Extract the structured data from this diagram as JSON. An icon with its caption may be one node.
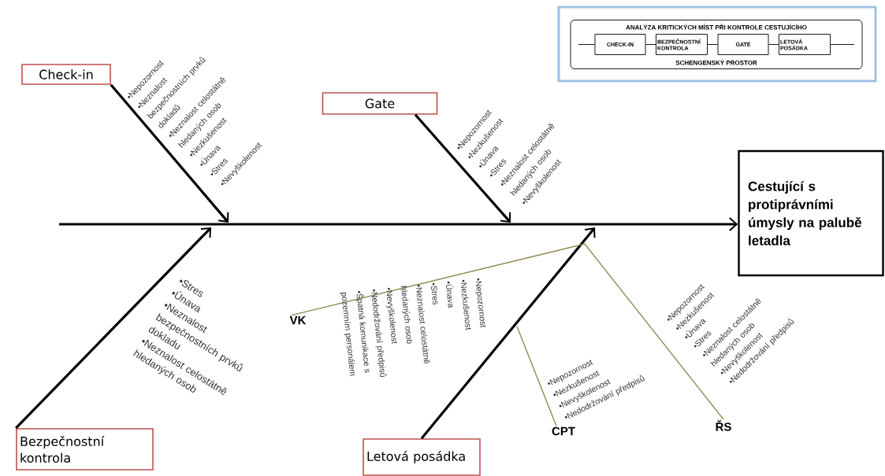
{
  "diagram": {
    "nodes": [
      {
        "text": [
          "Check-in"
        ]
      },
      {
        "text": [
          "Gate"
        ]
      },
      {
        "text": [
          "ANALÝZA KRITICKÝCH MÍST PŘI KONTROLE CESTUJÍCÍHO",
          "SCHENGENSKÝ PROSTOR"
        ]
      },
      {
        "text": [
          "CHECK-IN"
        ],
        "in": 2
      },
      {
        "text": [
          "BEZPEČNOSTNÍ KONTROLA"
        ],
        "in": 2
      },
      {
        "text": [
          "GATE"
        ],
        "in": 2
      },
      {
        "text": [
          "LETOVÁ POSÁDKA"
        ],
        "in": 2
      },
      {
        "text": [
          "Cestující s protiprávními úmysly na palubě letadla"
        ]
      },
      {
        "text": [
          "VK"
        ]
      },
      {
        "text": [
          "CPT"
        ]
      },
      {
        "text": [
          "ŘS"
        ]
      },
      {
        "text": [
          "Bezpečnostní kontrola"
        ]
      },
      {
        "text": [
          "Letová posádka"
        ]
      }
    ],
    "edges": [
      {
        "from": null,
        "to": 7,
        "arrow": "to",
        "style": "thick"
      },
      {
        "from": 0,
        "to": null,
        "arrow": "to",
        "style": "thick"
      },
      {
        "from": 1,
        "to": null,
        "arrow": "to",
        "style": "thick"
      },
      {
        "from": 11,
        "to": null,
        "arrow": "to",
        "style": "thick"
      },
      {
        "from": 12,
        "to": null,
        "arrow": "to",
        "style": "thick"
      },
      {
        "from": 8,
        "to": null,
        "arrow": "none",
        "color": "#948a54"
      },
      {
        "from": 9,
        "to": null,
        "arrow": "none",
        "color": "#948a54"
      },
      {
        "from": 10,
        "to": null,
        "arrow": "none",
        "color": "#948a54"
      },
      {
        "from": null,
        "to": 3,
        "arrow": "none"
      },
      {
        "from": 3,
        "to": 4,
        "arrow": "none"
      },
      {
        "from": 4,
        "to": 5,
        "arrow": "none"
      },
      {
        "from": 5,
        "to": 6,
        "arrow": "none"
      },
      {
        "from": 6,
        "to": null,
        "arrow": "none"
      }
    ],
    "labels": [
      "•Nepozornost",
      "•Neznalost bezpečnostních prvků dokladů",
      "•Neznalost celostátně hledaných osob",
      "•Nezkušenost",
      "•Únava",
      "•Stres",
      "•Nevyškolenost",
      "•Nepozornost",
      "•Nezkušenost",
      "•Únava",
      "•Stres",
      "•Neznalost celostátně hledaných osob",
      "•Nevyškolenost",
      "•Stres",
      "•Únava",
      "•Neznalost bezpečnostních prvků dokladu",
      "•Neznalost celostátně hledaných osob",
      "•Nepozornost",
      "•Nezkušenost",
      "•Únava",
      "•Stres",
      "•Neznalost celostátně hledaných osob",
      "•Nevyškolenost",
      "•Nedodržování předpisů",
      "•Špatná komunikace s pozemním personálem",
      "•Nepozornost",
      "•Nezkušenost",
      "•Nevyškolenost",
      "•Nedodržování předpisů",
      "•Nepozornost",
      "•Nezkušenost",
      "•Únava",
      "•Stres",
      "•Neznalost celostátně hledaných osob",
      "•Nevyškolenost",
      "•Nedodržování předpisů"
    ]
  }
}
